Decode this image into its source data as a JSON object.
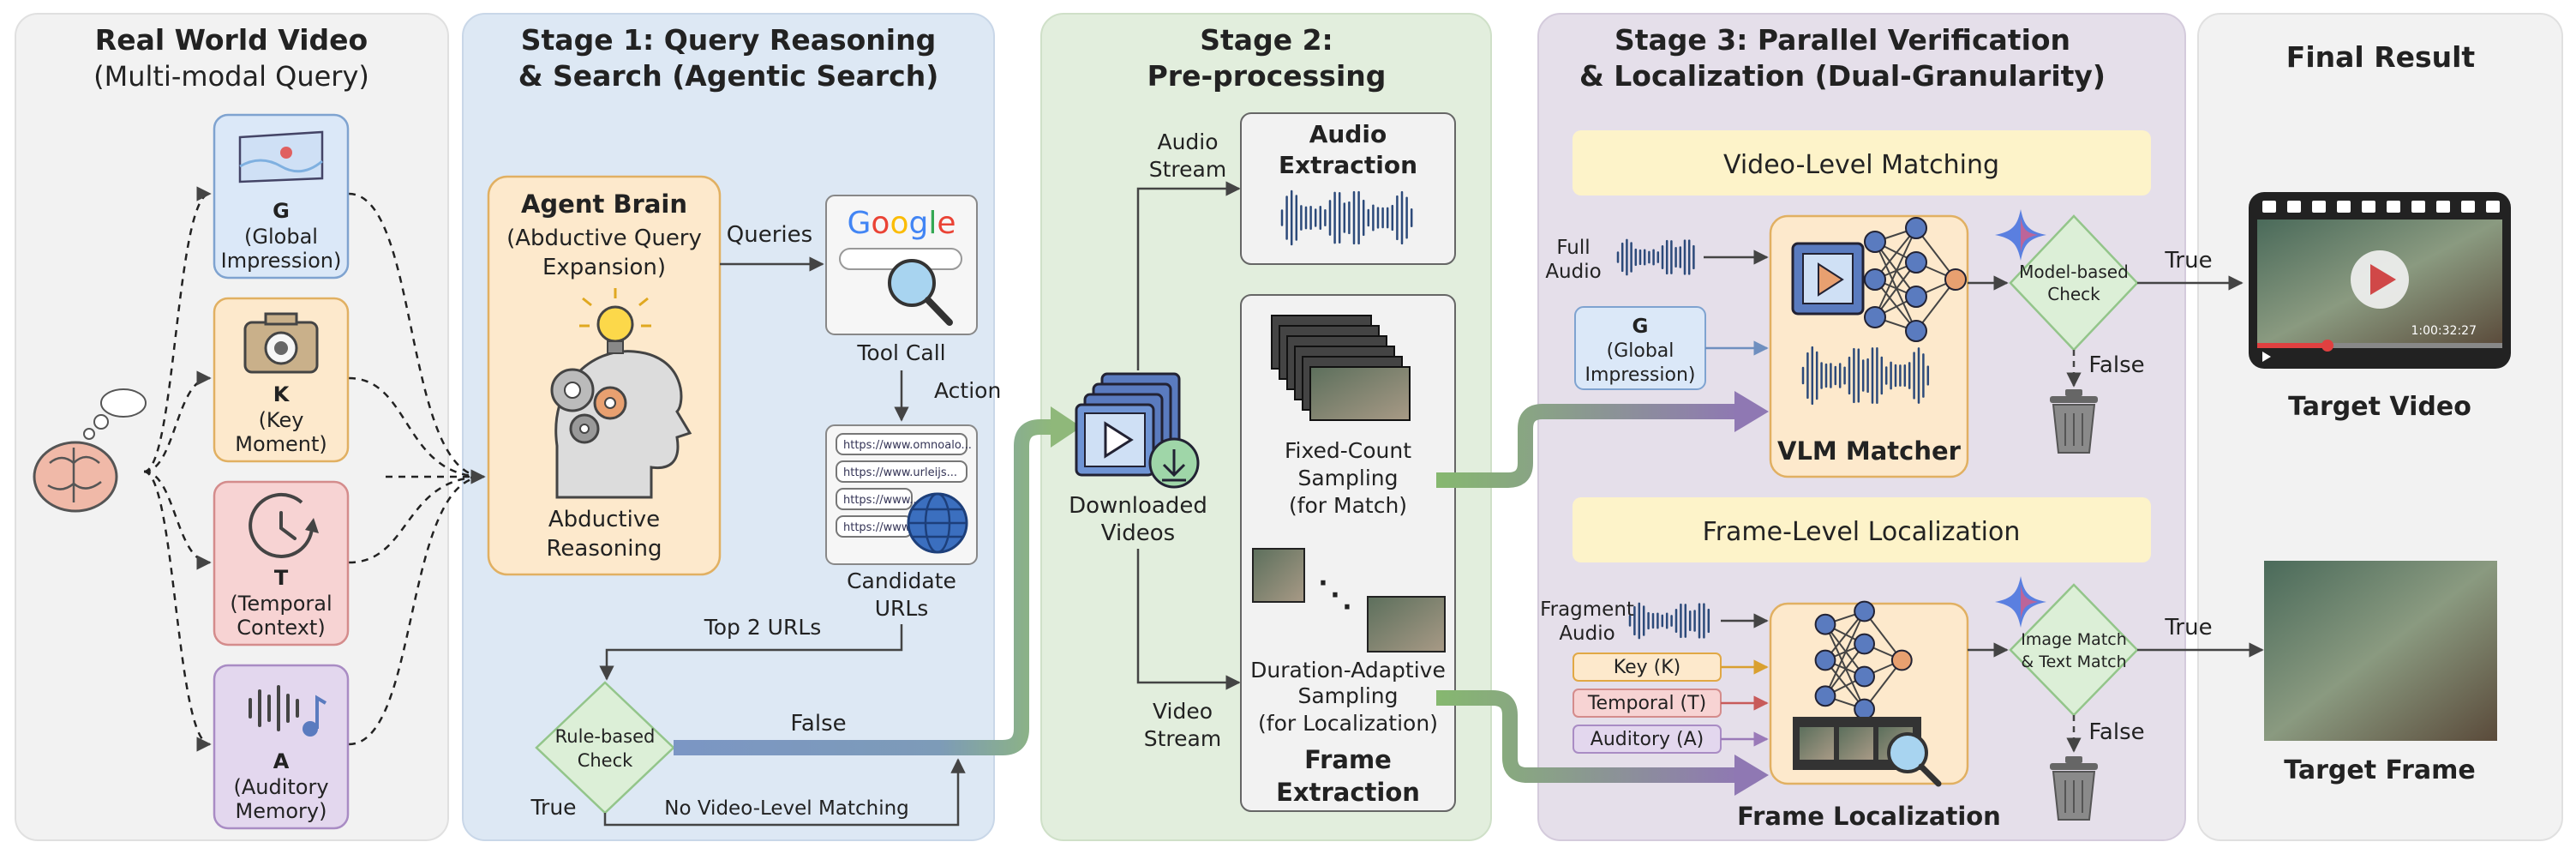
{
  "panels": {
    "p0": {
      "title1": "Real World Video",
      "title2": "(Multi-modal Query)"
    },
    "p1": {
      "title1": "Stage 1: Query Reasoning",
      "title2": "& Search (Agentic Search)"
    },
    "p2": {
      "title1": "Stage 2:",
      "title2": "Pre-processing"
    },
    "p3": {
      "title1": "Stage 3: Parallel Verification",
      "title2": "& Localization (Dual-Granularity)"
    },
    "p4": {
      "title1": "Final Result"
    }
  },
  "query_cards": [
    {
      "letter": "G",
      "line1": "(Global",
      "line2": "Impression)",
      "icon": "map-icon",
      "fill": "#dbe8f8",
      "stroke": "#7fa3d0"
    },
    {
      "letter": "K",
      "line1": "(Key",
      "line2": "Moment)",
      "icon": "camera-icon",
      "fill": "#fde9cc",
      "stroke": "#e1b062"
    },
    {
      "letter": "T",
      "line1": "(Temporal",
      "line2": "Context)",
      "icon": "clock-icon",
      "fill": "#f7d3d3",
      "stroke": "#d48c8c"
    },
    {
      "letter": "A",
      "line1": "(Auditory",
      "line2": "Memory)",
      "icon": "audio-icon",
      "fill": "#e3d7ee",
      "stroke": "#a98cc4"
    }
  ],
  "stage1": {
    "agent_title": "Agent Brain",
    "agent_sub1": "(Abductive Query",
    "agent_sub2": "Expansion)",
    "agent_foot1": "Abductive",
    "agent_foot2": "Reasoning",
    "queries": "Queries",
    "google": [
      "G",
      "o",
      "o",
      "g",
      "l",
      "e"
    ],
    "tool_call": "Tool Call",
    "action": "Action",
    "urls": [
      "https://www.omnoalo...",
      "https://www.urleijs...",
      "https://www...",
      "https://www..."
    ],
    "candidate1": "Candidate",
    "candidate2": "URLs",
    "top2": "Top 2 URLs",
    "rule1": "Rule-based",
    "rule2": "Check",
    "false_label": "False",
    "true_label": "True",
    "no_match": "No Video-Level Matching"
  },
  "stage2": {
    "audio_stream1": "Audio",
    "audio_stream2": "Stream",
    "audio_ext1": "Audio",
    "audio_ext2": "Extraction",
    "downloaded1": "Downloaded",
    "downloaded2": "Videos",
    "video_stream1": "Video",
    "video_stream2": "Stream",
    "fixed1": "Fixed-Count",
    "fixed2": "Sampling",
    "fixed3": "(for Match)",
    "dots": "·",
    "duration1": "Duration-Adaptive",
    "duration2": "Sampling",
    "duration3": "(for Localization)",
    "frame_ext1": "Frame",
    "frame_ext2": "Extraction"
  },
  "stage3": {
    "video_level": "Video-Level Matching",
    "full_audio1": "Full",
    "full_audio2": "Audio",
    "g_letter": "G",
    "g_line1": "(Global",
    "g_line2": "Impression)",
    "vlm_matcher": "VLM Matcher",
    "model_check1": "Model-based",
    "model_check2": "Check",
    "true1": "True",
    "false1": "False",
    "frame_level": "Frame-Level Localization",
    "fragment1": "Fragment",
    "fragment2": "Audio",
    "tags": [
      {
        "label": "Key  (K)",
        "fill": "#fde9cc",
        "stroke": "#e1a845",
        "arrow": "#d9a030"
      },
      {
        "label": "Temporal  (T)",
        "fill": "#f7d3d3",
        "stroke": "#d48c8c",
        "arrow": "#c85a5a"
      },
      {
        "label": "Auditory  (A)",
        "fill": "#e3d7ee",
        "stroke": "#a98cc4",
        "arrow": "#9a7ab8"
      }
    ],
    "frame_loc": "Frame Localization",
    "image_check1": "Image Match",
    "image_check2": "& Text Match",
    "true2": "True",
    "false2": "False"
  },
  "final": {
    "timestamp": "1:00:32:27",
    "target_video": "Target Video",
    "target_frame": "Target Frame"
  },
  "colors": {
    "panel_grey": "#f2f2f2",
    "panel_blue": "#dde8f4",
    "panel_green": "#e2eedd",
    "panel_purple": "#e5dfea",
    "orange_fill": "#fde9cc",
    "orange_stroke": "#e1b062",
    "yellow_band": "#fdf3c9",
    "diamond_fill": "#dcefd7",
    "diamond_stroke": "#93c58a"
  }
}
